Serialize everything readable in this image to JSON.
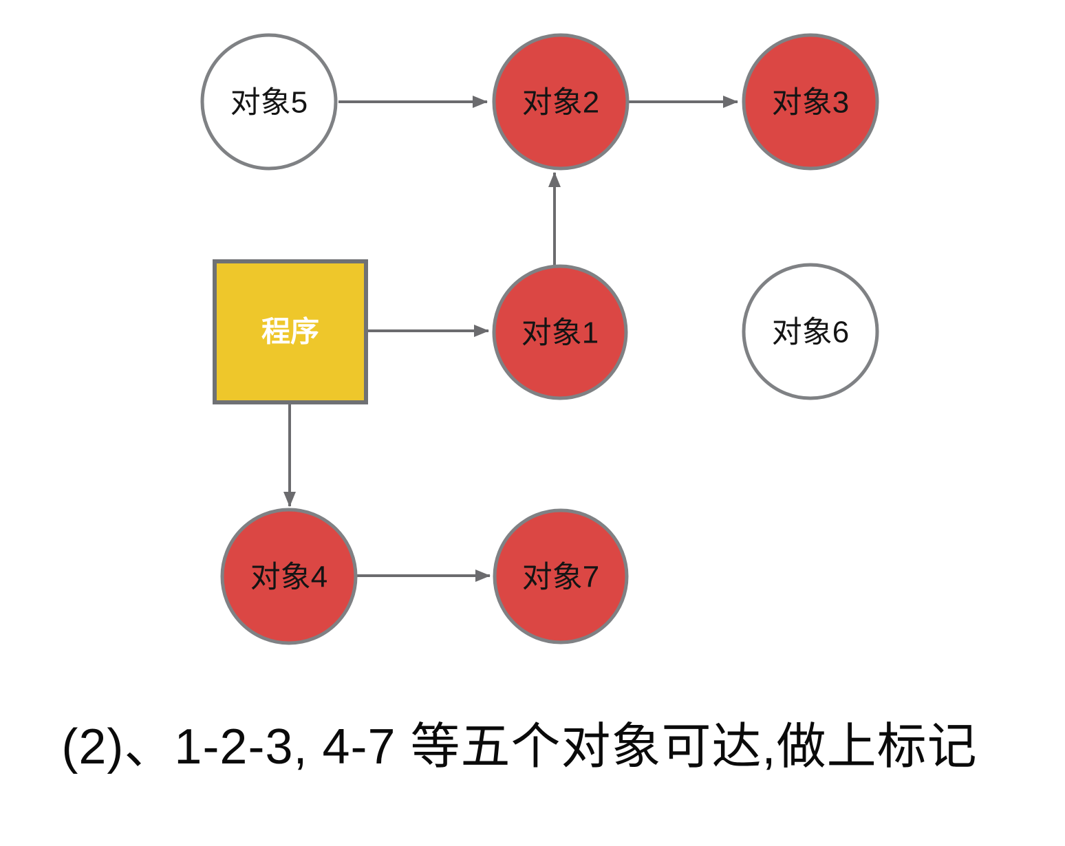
{
  "diagram": {
    "caption": "(2)、1-2-3, 4-7 等五个对象可达,做上标记",
    "colors": {
      "reachable_fill": "#DB4744",
      "unreachable_fill": "#FFFFFF",
      "root_fill": "#EEC72B",
      "circle_border": "#7F8184",
      "rect_border": "#6F7174",
      "arrow": "#6B6B6E",
      "label_text": "#141414",
      "root_label_text": "#FFFFFF"
    },
    "nodes": [
      {
        "id": "program",
        "label": "程序",
        "shape": "rect",
        "fill": "#EEC72B",
        "marked": false,
        "role": "gc-root"
      },
      {
        "id": "obj1",
        "label": "对象1",
        "shape": "circle",
        "fill": "#DB4744",
        "marked": true,
        "role": "object"
      },
      {
        "id": "obj2",
        "label": "对象2",
        "shape": "circle",
        "fill": "#DB4744",
        "marked": true,
        "role": "object"
      },
      {
        "id": "obj3",
        "label": "对象3",
        "shape": "circle",
        "fill": "#DB4744",
        "marked": true,
        "role": "object"
      },
      {
        "id": "obj4",
        "label": "对象4",
        "shape": "circle",
        "fill": "#DB4744",
        "marked": true,
        "role": "object"
      },
      {
        "id": "obj5",
        "label": "对象5",
        "shape": "circle",
        "fill": "#FFFFFF",
        "marked": false,
        "role": "object"
      },
      {
        "id": "obj6",
        "label": "对象6",
        "shape": "circle",
        "fill": "#FFFFFF",
        "marked": false,
        "role": "object"
      },
      {
        "id": "obj7",
        "label": "对象7",
        "shape": "circle",
        "fill": "#DB4744",
        "marked": true,
        "role": "object"
      }
    ],
    "edges": [
      {
        "from": "obj5",
        "to": "obj2"
      },
      {
        "from": "obj2",
        "to": "obj3"
      },
      {
        "from": "obj1",
        "to": "obj2"
      },
      {
        "from": "program",
        "to": "obj1"
      },
      {
        "from": "program",
        "to": "obj4"
      },
      {
        "from": "obj4",
        "to": "obj7"
      }
    ]
  }
}
